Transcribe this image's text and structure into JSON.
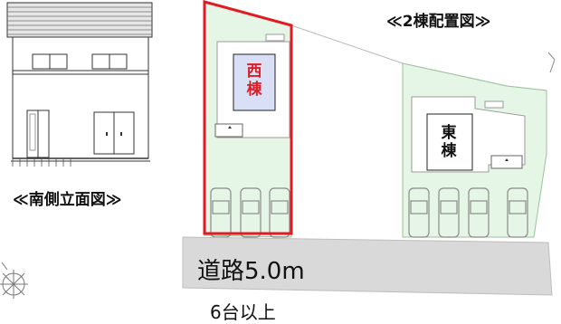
{
  "labels": {
    "site_plan_title": "≪2棟配置図≫",
    "elevation_title": "≪南側立面図≫",
    "road": "道路5.0m",
    "west_building_chars": [
      "西",
      "棟"
    ],
    "east_building_chars": [
      "東",
      "棟"
    ],
    "bottom_cut_text": "6台以上"
  },
  "colors": {
    "lot_fill": "#e6f6e6",
    "lot_outline": "#9ac29a",
    "highlight": "#e01b24",
    "west_building_fill": "#d9e0f5",
    "road": "#d9d9d9"
  }
}
